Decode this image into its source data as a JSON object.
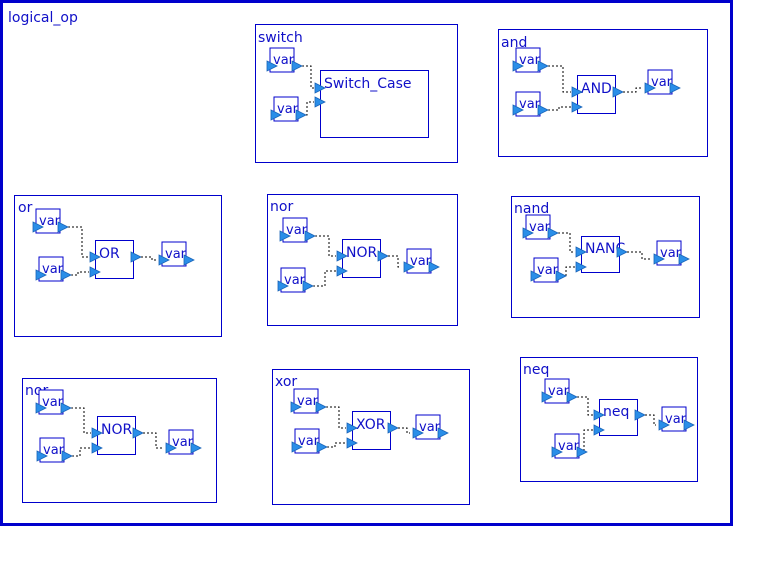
{
  "diagram": {
    "title": "logical_op",
    "var_label": "var",
    "colors": {
      "border": "#0000cc",
      "text": "#1010c8",
      "port": "#2a8ee8",
      "wire": "#000000"
    },
    "blocks": [
      {
        "name": "switch",
        "op": "Switch_Case"
      },
      {
        "name": "and",
        "op": "AND"
      },
      {
        "name": "or",
        "op": "OR"
      },
      {
        "name": "nor",
        "op": "NOR"
      },
      {
        "name": "nand",
        "op": "NANC"
      },
      {
        "name": "nor",
        "op": "NOR"
      },
      {
        "name": "xor",
        "op": "XOR"
      },
      {
        "name": "neq",
        "op": "neq"
      }
    ]
  }
}
